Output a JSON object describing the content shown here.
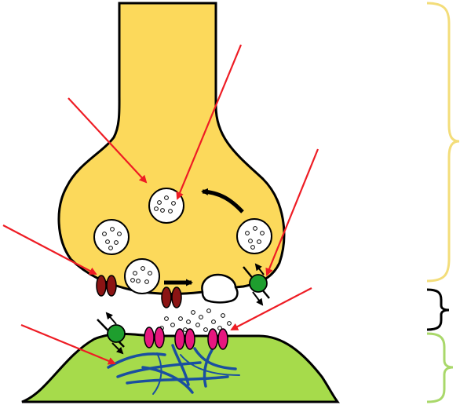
{
  "colors": {
    "presynaptic_fill": "#FCD95B",
    "postsynaptic_fill": "#A6DB4B",
    "outline": "#000000",
    "arrow": "#EE1C24",
    "vesicle_fill": "#FFFFFF",
    "cleft_fill": "#FFFFFF",
    "calcium_channel": "#8B1414",
    "receptor": "#E6177F",
    "transporter": "#1E9E2E",
    "scaffold": "#1A4FA0",
    "brace_presynaptic": "#F3DD7A",
    "brace_cleft": "#000000",
    "brace_postsynaptic": "#A9D86A"
  },
  "diagram": {
    "title": "",
    "labels": [],
    "vesicle_count": 4,
    "components": [
      "presynaptic-terminal",
      "synaptic-vesicle",
      "voltage-gated-calcium-channel",
      "reuptake-transporter",
      "synaptic-cleft",
      "neurotransmitter",
      "postsynaptic-receptor",
      "postsynaptic-density",
      "postsynaptic-cell"
    ]
  }
}
